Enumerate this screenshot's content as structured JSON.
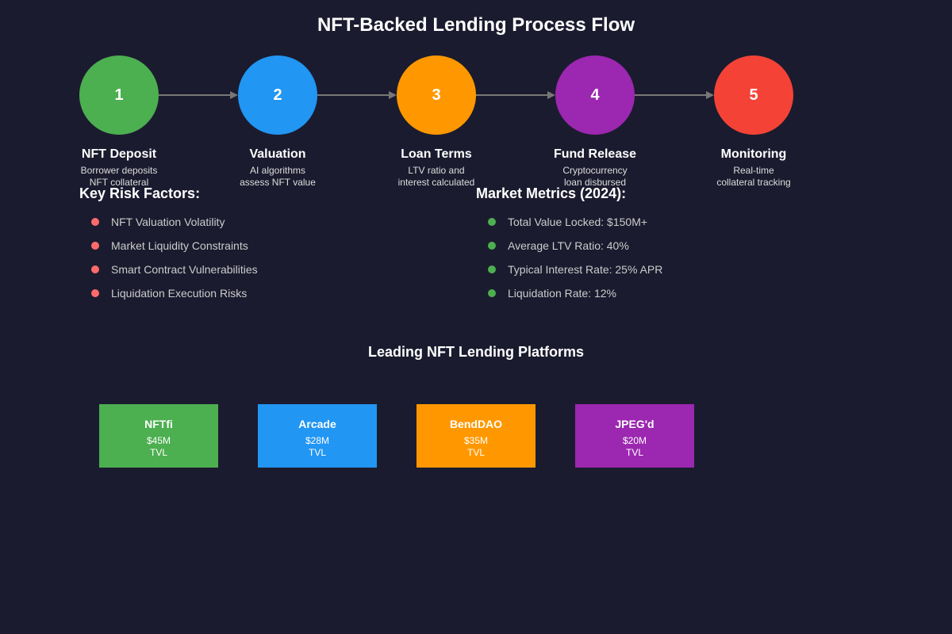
{
  "title": "NFT-Backed Lending Process Flow",
  "steps": [
    {
      "number": "1",
      "name": "NFT Deposit",
      "desc_lines": [
        "Borrower deposits",
        "NFT collateral"
      ],
      "color": "#4caf50"
    },
    {
      "number": "2",
      "name": "Valuation",
      "desc_lines": [
        "AI algorithms",
        "assess NFT value"
      ],
      "color": "#2196f3"
    },
    {
      "number": "3",
      "name": "Loan Terms",
      "desc_lines": [
        "LTV ratio and",
        "interest calculated"
      ],
      "color": "#ff9800"
    },
    {
      "number": "4",
      "name": "Fund Release",
      "desc_lines": [
        "Cryptocurrency",
        "loan disbursed"
      ],
      "color": "#9c27b0"
    },
    {
      "number": "5",
      "name": "Monitoring",
      "desc_lines": [
        "Real-time",
        "collateral tracking"
      ],
      "color": "#f44336"
    }
  ],
  "risks": {
    "heading": "Key Risk Factors:",
    "bullet_color": "#ff6b6b",
    "items": [
      "NFT Valuation Volatility",
      "Market Liquidity Constraints",
      "Smart Contract Vulnerabilities",
      "Liquidation Execution Risks"
    ]
  },
  "metrics": {
    "heading": "Market Metrics (2024):",
    "bullet_color": "#4caf50",
    "items": [
      "Total Value Locked: $150M+",
      "Average LTV Ratio: 40%",
      "Typical Interest Rate: 25% APR",
      "Liquidation Rate: 12%"
    ]
  },
  "platforms": {
    "heading": "Leading NFT Lending Platforms",
    "items": [
      {
        "name": "NFTfi",
        "value": "$45M",
        "unit": "TVL",
        "color": "#4caf50"
      },
      {
        "name": "Arcade",
        "value": "$28M",
        "unit": "TVL",
        "color": "#2196f3"
      },
      {
        "name": "BendDAO",
        "value": "$35M",
        "unit": "TVL",
        "color": "#ff9800"
      },
      {
        "name": "JPEG'd",
        "value": "$20M",
        "unit": "TVL",
        "color": "#9c27b0"
      }
    ]
  }
}
